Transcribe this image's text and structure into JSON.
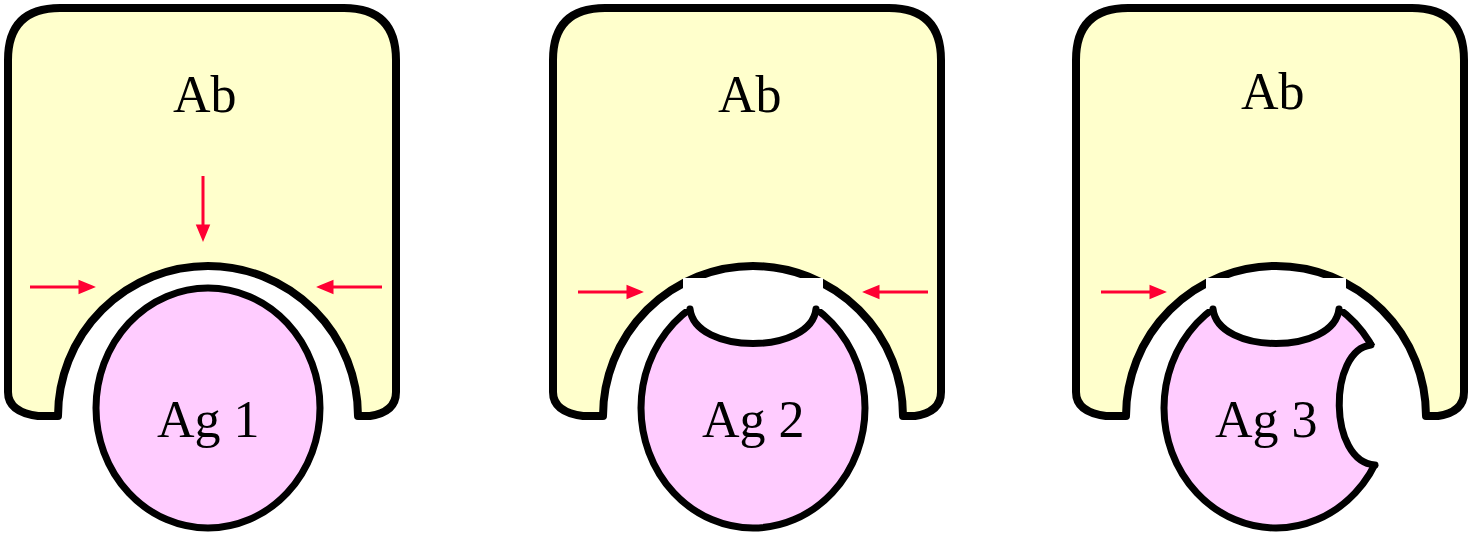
{
  "diagram": {
    "nodes": [
      {
        "text": [
          "Ab"
        ]
      },
      {
        "text": [
          "Ag 1"
        ]
      },
      {
        "text": [
          "Ab"
        ]
      },
      {
        "text": [
          "Ag 2"
        ]
      },
      {
        "text": [
          "Ab"
        ]
      },
      {
        "text": [
          "Ag 3"
        ]
      }
    ]
  }
}
